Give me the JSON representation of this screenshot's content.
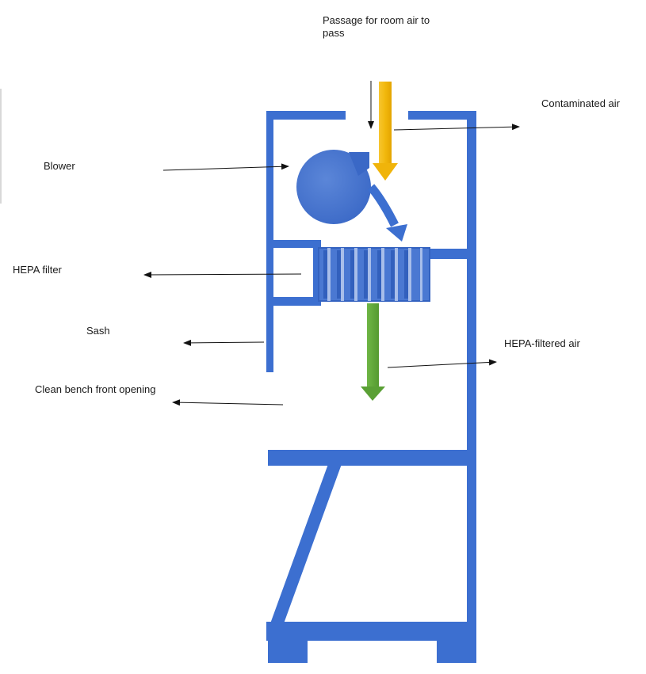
{
  "labels": {
    "passage": "Passage for room air to pass",
    "contaminated": "Contaminated air",
    "blower": "Blower",
    "hepa_filter": "HEPA filter",
    "sash": "Sash",
    "hepa_filtered": "HEPA-filtered air",
    "front_opening": "Clean bench front opening"
  },
  "colors": {
    "cabinet": "#3c6fd0",
    "cabinet_light": "#5a86db",
    "room_air": "#f2b80d",
    "filtered_air": "#62a83c",
    "pointer": "#111111"
  }
}
